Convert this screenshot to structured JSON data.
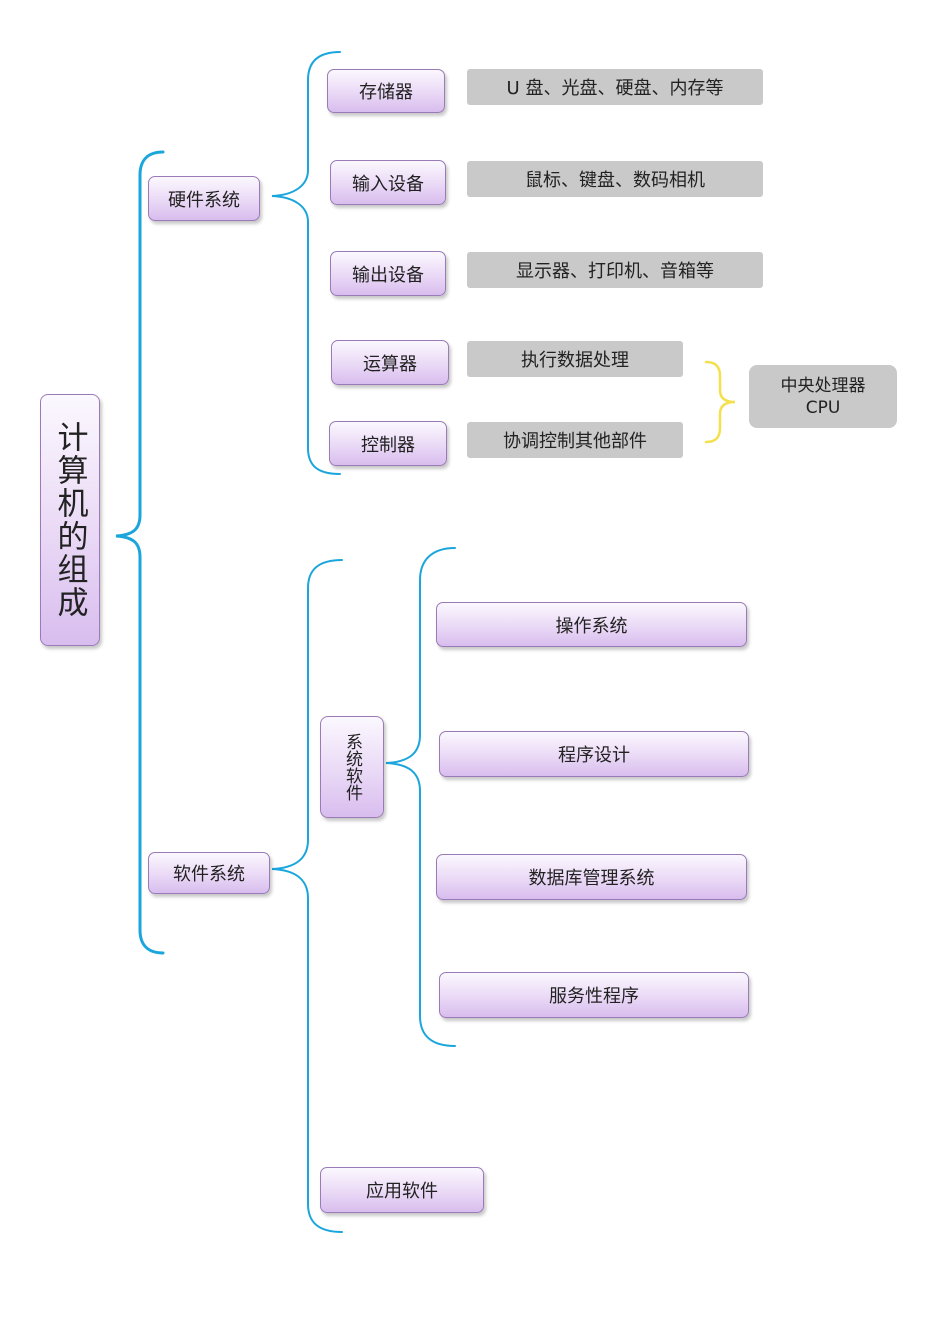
{
  "root": {
    "label": "计算机的组成"
  },
  "hardware": {
    "label": "硬件系统",
    "components": [
      {
        "label": "存储器",
        "note": "U 盘、光盘、硬盘、内存等"
      },
      {
        "label": "输入设备",
        "note": "鼠标、键盘、数码相机"
      },
      {
        "label": "输出设备",
        "note": "显示器、打印机、音箱等"
      },
      {
        "label": "运算器",
        "note": "执行数据处理"
      },
      {
        "label": "控制器",
        "note": "协调控制其他部件"
      }
    ],
    "cpu": {
      "line1": "中央处理器",
      "line2": "CPU"
    }
  },
  "software": {
    "label": "软件系统",
    "system_software": {
      "label": "系统软件",
      "items": [
        "操作系统",
        "程序设计",
        "数据库管理系统",
        "服务性程序"
      ]
    },
    "application_software": {
      "label": "应用软件"
    }
  },
  "colors": {
    "bracket": "#1aa6dc",
    "cpu_bracket": "#f4e04d",
    "node_border": "#9a7bb8",
    "note_fill": "#c9c9c9"
  }
}
